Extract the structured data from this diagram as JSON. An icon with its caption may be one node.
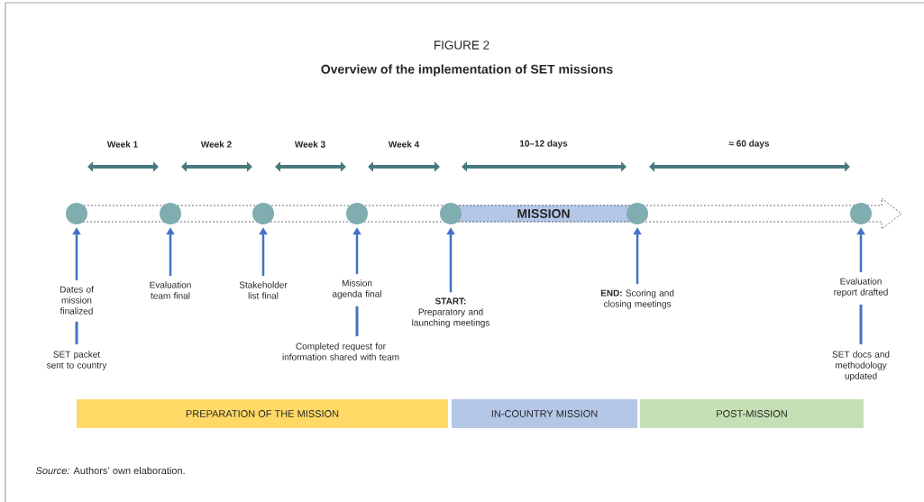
{
  "diagram": {
    "title": "Overview of the implementation of SET missions",
    "caption": "*Source:* Authors’ own elaboration.",
    "nodes": [
      {
        "text": [],
        "shape": "circle"
      },
      {
        "text": [],
        "shape": "circle"
      },
      {
        "text": [],
        "shape": "circle"
      },
      {
        "text": [],
        "shape": "circle"
      },
      {
        "text": [],
        "shape": "circle"
      },
      {
        "text": [],
        "shape": "circle"
      },
      {
        "text": [],
        "shape": "circle"
      },
      {
        "text": [
          "MISSION"
        ]
      },
      {
        "text": [
          "Dates of mission finalized"
        ]
      },
      {
        "text": [
          "SET packet sent to country"
        ]
      },
      {
        "text": [
          "Evaluation team final"
        ]
      },
      {
        "text": [
          "Stakeholder list final"
        ]
      },
      {
        "text": [
          "Mission agenda final"
        ]
      },
      {
        "text": [
          "Completed request for information shared with team"
        ]
      },
      {
        "text": [
          "**START:** Preparatory and launching meetings"
        ]
      },
      {
        "text": [
          "**END:** Scoring and closing meetings"
        ]
      },
      {
        "text": [
          "Evaluation report drafted"
        ]
      },
      {
        "text": [
          "SET docs and methodology updated"
        ]
      },
      {
        "text": [
          "PREPARATION OF THE MISSION"
        ]
      },
      {
        "text": [
          "IN-COUNTRY MISSION"
        ]
      },
      {
        "text": [
          "POST-MISSION"
        ]
      }
    ],
    "edges": [
      {
        "from": 8,
        "to": 0,
        "arrow": "to"
      },
      {
        "from": 8,
        "to": 9,
        "arrow": "none"
      },
      {
        "from": 10,
        "to": 1,
        "arrow": "to"
      },
      {
        "from": 11,
        "to": 2,
        "arrow": "to"
      },
      {
        "from": 12,
        "to": 3,
        "arrow": "to"
      },
      {
        "from": 12,
        "to": 13,
        "arrow": "none"
      },
      {
        "from": 14,
        "to": 4,
        "arrow": "to"
      },
      {
        "from": 15,
        "to": 5,
        "arrow": "to"
      },
      {
        "from": 16,
        "to": 6,
        "arrow": "to"
      },
      {
        "from": 16,
        "to": 17,
        "arrow": "none"
      }
    ],
    "labels": [
      "FIGURE 2",
      "Week 1",
      "Week 2",
      "Week 3",
      "Week 4",
      "10–12 days",
      "≈ 60 days"
    ]
  }
}
